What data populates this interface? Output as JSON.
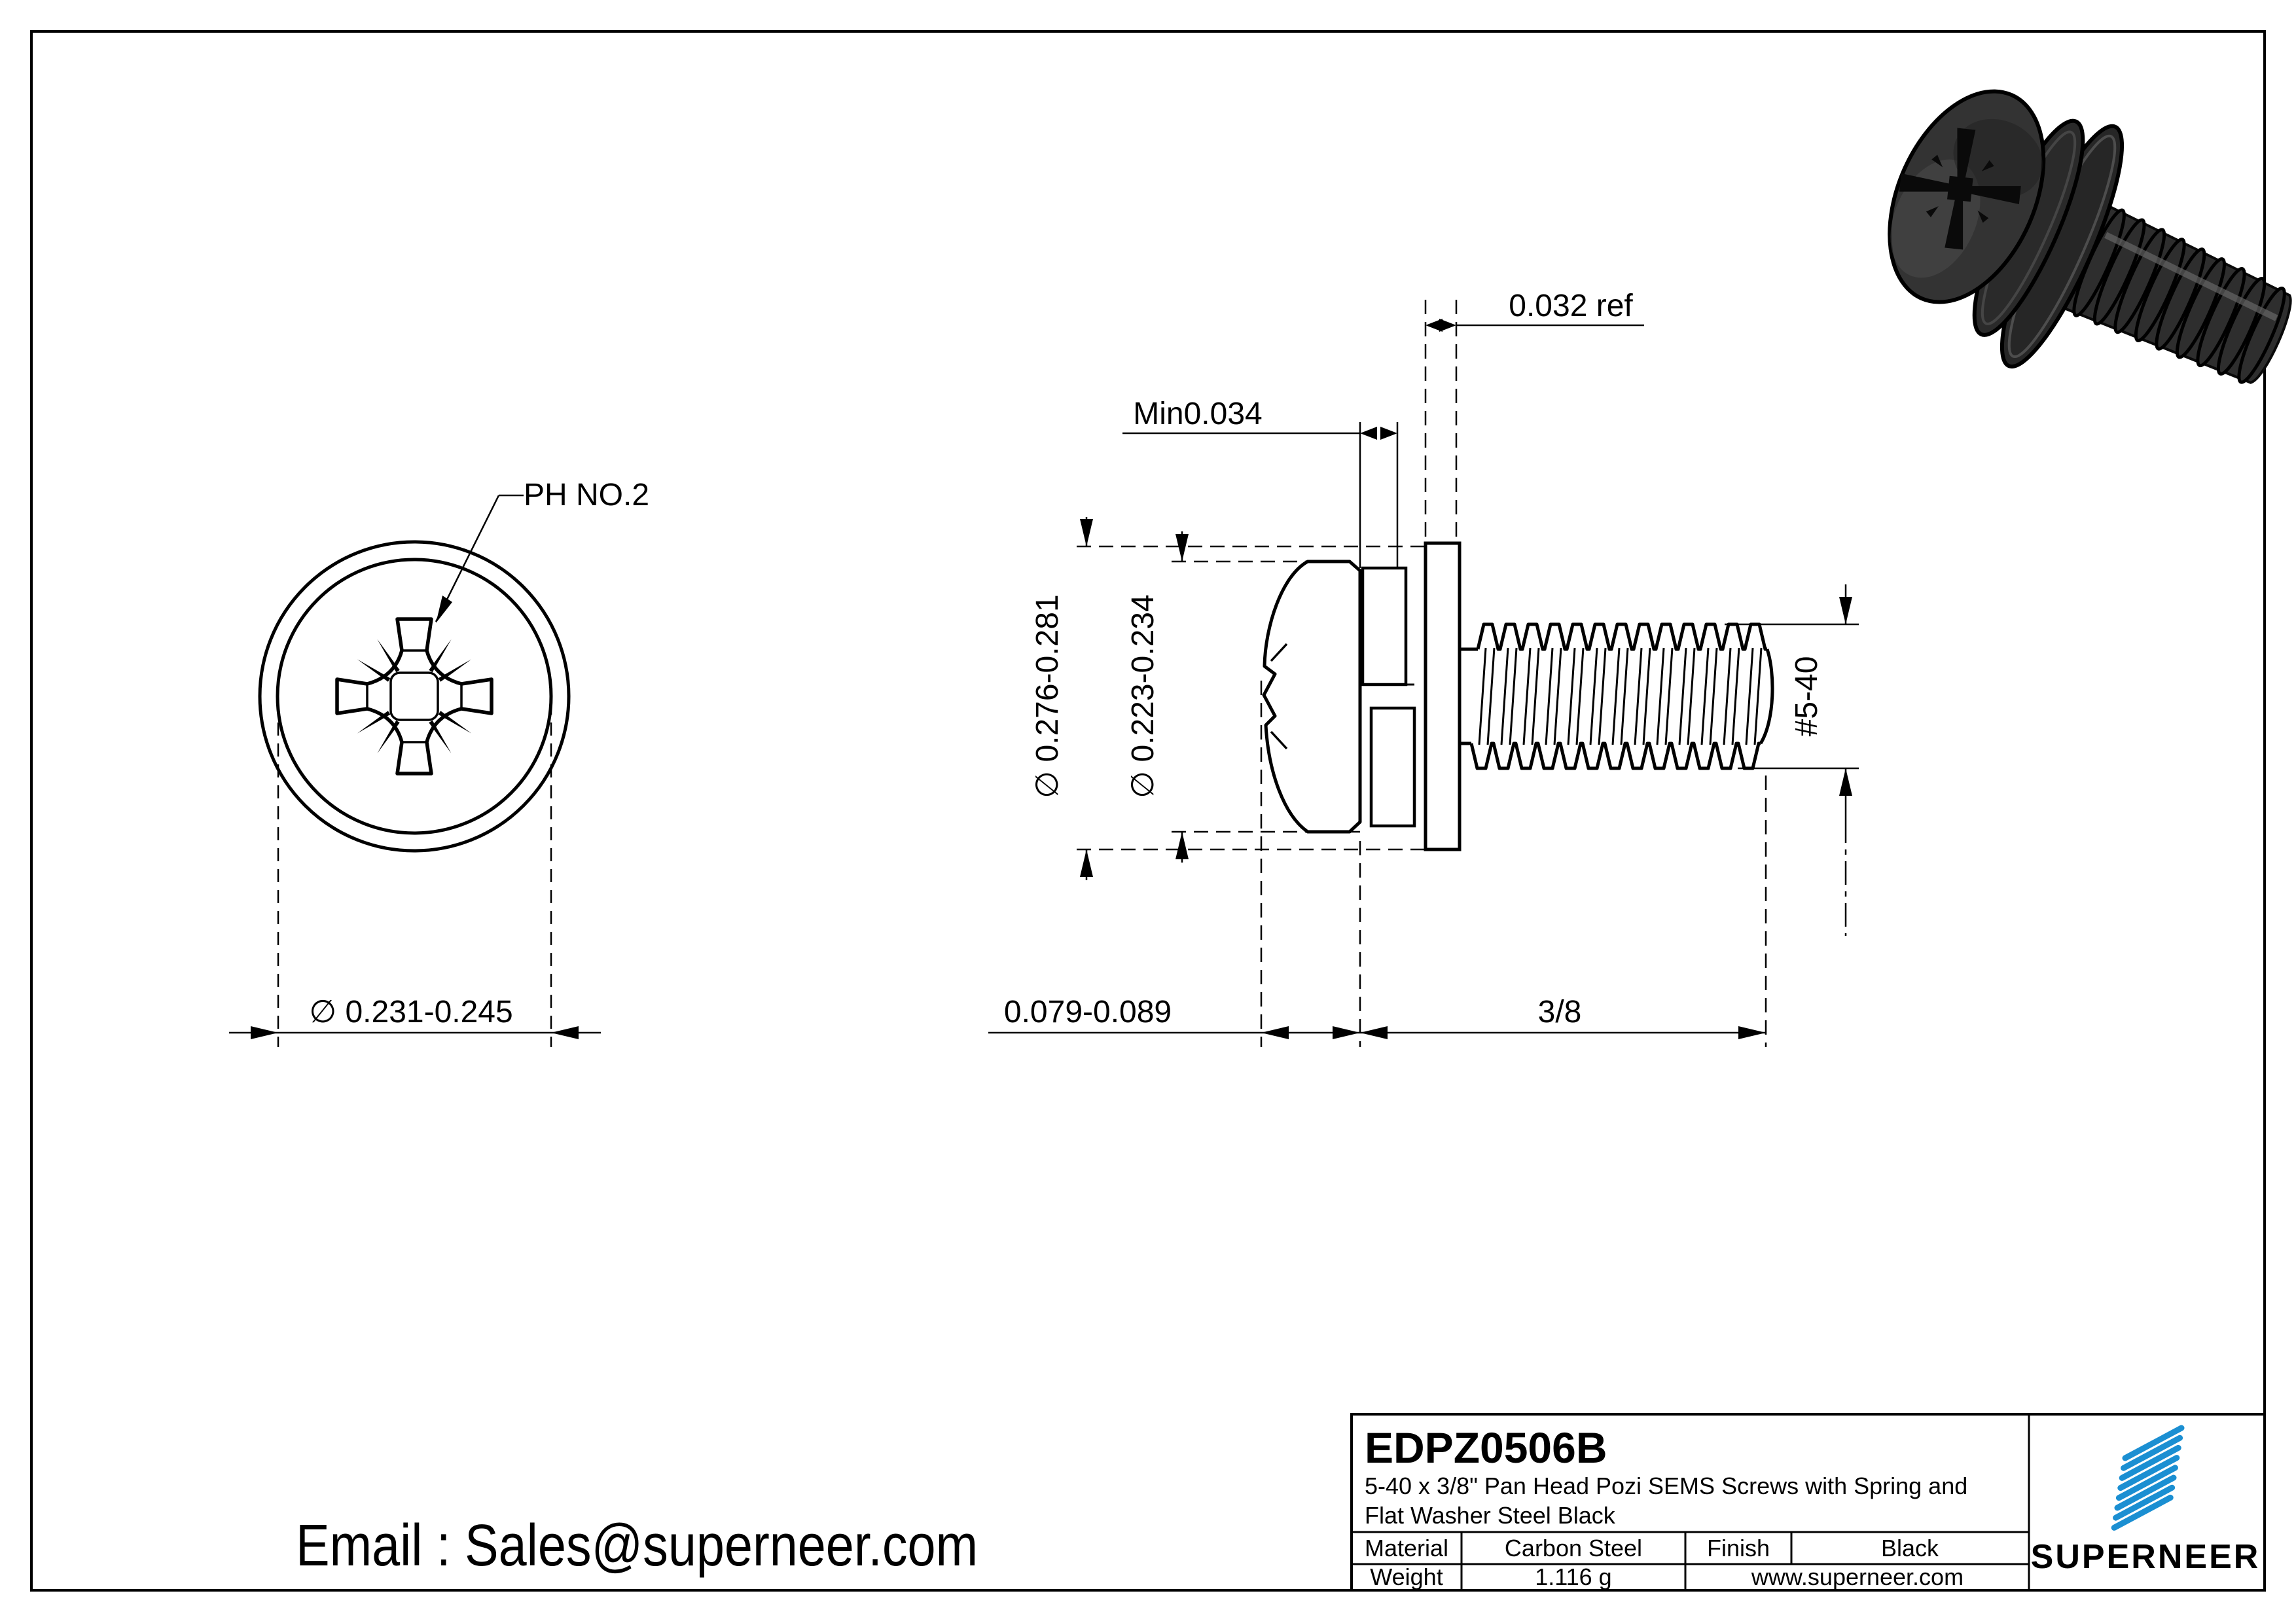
{
  "colors": {
    "brand_blue": "#1b8fd2",
    "link_blue": "#1a86cc",
    "line_black": "#000000",
    "paper_white": "#ffffff"
  },
  "front_view": {
    "callout": "PH NO.2",
    "dim_head_dia": "∅ 0.231-0.245"
  },
  "side_view": {
    "dim_washer_thk": "0.032 ref",
    "dim_spring_thk": "Min0.034",
    "dim_washer_od": "∅ 0.276-0.281",
    "dim_head_od": "∅ 0.223-0.234",
    "dim_head_height": "0.079-0.089",
    "dim_thread_len": "3/8",
    "dim_thread_size": "#5-40"
  },
  "contact": {
    "email": "Email : Sales@superneer.com"
  },
  "title_block": {
    "part_number": "EDPZ0506B",
    "description_line1": "5-40 x 3/8\" Pan Head Pozi SEMS Screws with Spring and",
    "description_line2": "Flat Washer Steel Black",
    "material_label": "Material",
    "material_value": "Carbon Steel",
    "finish_label": "Finish",
    "finish_value": "Black",
    "weight_label": "Weight",
    "weight_value": "1.116 g",
    "website": "www.superneer.com",
    "brand": "SUPERNEER"
  }
}
